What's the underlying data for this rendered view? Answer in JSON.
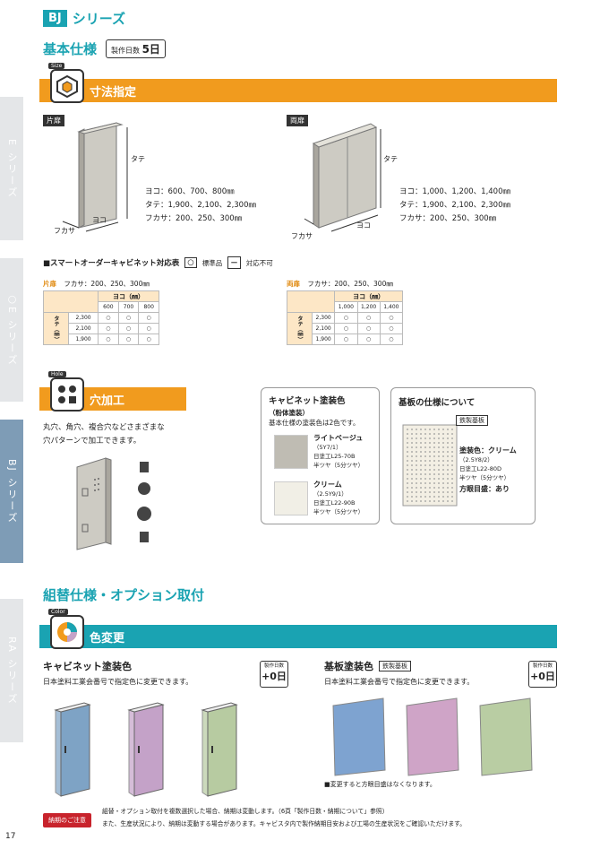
{
  "header": {
    "series_badge": "BJ",
    "series_word": "シリーズ",
    "spec_title": "基本仕様",
    "production_days_label": "製作日数",
    "production_days_value": "5日"
  },
  "side_tabs": [
    {
      "label": "E シリーズ"
    },
    {
      "label": "○E シリーズ"
    },
    {
      "label": "BJ シリーズ"
    },
    {
      "label": "RA シリーズ"
    }
  ],
  "section_size": {
    "icon_tag": "Size",
    "title": "寸法指定"
  },
  "single_door": {
    "label": "片扉",
    "tate": "タテ",
    "yoko": "ヨコ",
    "fukasa": "フカサ",
    "spec_yoko": "ヨコ：600、700、800㎜",
    "spec_tate": "タテ：1,900、2,100、2,300㎜",
    "spec_fukasa": "フカサ：200、250、300㎜"
  },
  "double_door": {
    "label": "両扉",
    "tate": "タテ",
    "yoko": "ヨコ",
    "fukasa": "フカサ",
    "spec_yoko": "ヨコ：1,000、1,200、1,400㎜",
    "spec_tate": "タテ：1,900、2,100、2,300㎜",
    "spec_fukasa": "フカサ：200、250、300㎜"
  },
  "order_table": {
    "title": "■スマートオーダーキャビネット対応表",
    "legend_std": "○",
    "legend_std_label": "標準品",
    "legend_na": "－",
    "legend_na_label": "対応不可"
  },
  "table_single": {
    "door": "片扉",
    "depth": "フカサ：200、250、300㎜",
    "yoko_head": "ヨコ（㎜）",
    "tate_head": "タテ（㎜）",
    "cols": [
      "600",
      "700",
      "800"
    ],
    "rows": [
      {
        "h": "2,300",
        "v": [
          "○",
          "○",
          "○"
        ]
      },
      {
        "h": "2,100",
        "v": [
          "○",
          "○",
          "○"
        ]
      },
      {
        "h": "1,900",
        "v": [
          "○",
          "○",
          "○"
        ]
      }
    ]
  },
  "table_double": {
    "door": "両扉",
    "depth": "フカサ：200、250、300㎜",
    "yoko_head": "ヨコ（㎜）",
    "tate_head": "タテ（㎜）",
    "cols": [
      "1,000",
      "1,200",
      "1,400"
    ],
    "rows": [
      {
        "h": "2,300",
        "v": [
          "○",
          "○",
          "○"
        ]
      },
      {
        "h": "2,100",
        "v": [
          "○",
          "○",
          "○"
        ]
      },
      {
        "h": "1,900",
        "v": [
          "○",
          "○",
          "○"
        ]
      }
    ]
  },
  "section_hole": {
    "icon_tag": "Hole",
    "title": "穴加工",
    "desc1": "丸穴、角穴、複合穴などさまざまな",
    "desc2": "穴パターンで加工できます。"
  },
  "paint_card": {
    "title": "キャビネット塗装色",
    "sub": "（粉体塗装）",
    "note": "基本仕様の塗装色は2色です。",
    "c1_name": "ライトベージュ",
    "c1_code": "（5Y7/1）",
    "c1_ref": "日塗工L25-70B",
    "c1_gloss": "半ツヤ（5分ツヤ）",
    "c2_name": "クリーム",
    "c2_code": "（2.5Y9/1）",
    "c2_ref": "日塗工L22-90B",
    "c2_gloss": "半ツヤ（5分ツヤ）",
    "c1_color": "#bfbcb3",
    "c2_color": "#f1efe6"
  },
  "plate_card": {
    "title": "基板の仕様について",
    "badge": "鉄製基板",
    "color": "塗装色：クリーム",
    "code": "（2.5Y8/2）",
    "ref": "日塗工L22-80D",
    "gloss": "半ツヤ（5分ツヤ）",
    "grid": "方眼目盛：あり"
  },
  "section_option": {
    "title": "組替仕様・オプション取付",
    "icon_tag": "Color",
    "bar_title": "色変更"
  },
  "cabinet_color": {
    "title": "キャビネット塗装色",
    "desc": "日本塗料工業会番号で指定色に変更できます。",
    "days_label": "製作日数",
    "days_value": "+0日",
    "colors": [
      "#7ea3c5",
      "#c4a2c8",
      "#b7cba1"
    ]
  },
  "plate_color": {
    "title": "基板塗装色",
    "badge": "鉄製基板",
    "desc": "日本塗料工業会番号で指定色に変更できます。",
    "days_label": "製作日数",
    "days_value": "+0日",
    "colors": [
      "#7ea3d0",
      "#cfa4c7",
      "#b9cda3"
    ],
    "note": "■変更すると方眼目盛はなくなります。"
  },
  "footer": {
    "badge": "納期のご注意",
    "line1": "組替・オプション取付を複数選択した場合、納期は変動します。（6頁「製作日数・納期について」参照）",
    "line2": "また、生産状況により、納期は変動する場合があります。キャビスタ内で製作納期目安および工場の生産状況をご確認いただけます。",
    "page": "17"
  }
}
